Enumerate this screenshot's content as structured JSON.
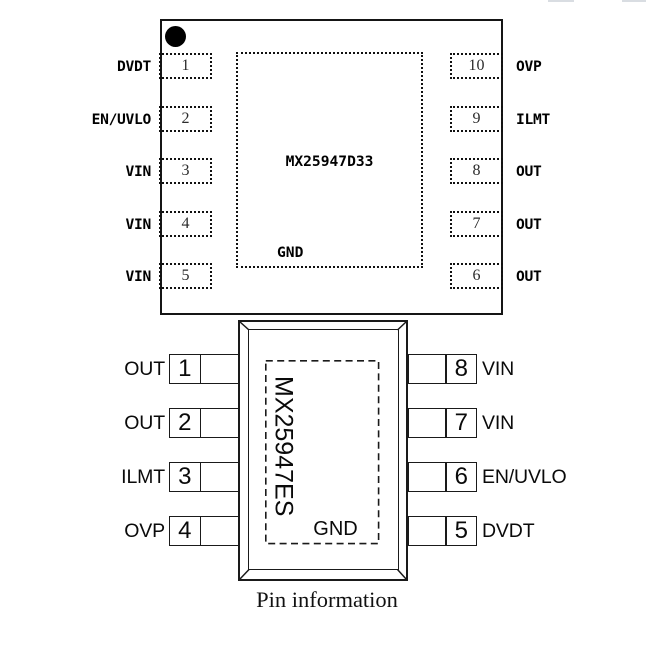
{
  "caption": "Pin information",
  "colors": {
    "ink": "#000000",
    "background": "#ffffff"
  },
  "top_package": {
    "part_number": "MX25947D33",
    "pad_label": "GND",
    "pin1_indicator": "filled-circle",
    "left_pins": [
      {
        "number": "1",
        "label": "DVDT"
      },
      {
        "number": "2",
        "label": "EN/UVLO"
      },
      {
        "number": "3",
        "label": "VIN"
      },
      {
        "number": "4",
        "label": "VIN"
      },
      {
        "number": "5",
        "label": "VIN"
      }
    ],
    "right_pins": [
      {
        "number": "10",
        "label": "OVP"
      },
      {
        "number": "9",
        "label": "ILMT"
      },
      {
        "number": "8",
        "label": "OUT"
      },
      {
        "number": "7",
        "label": "OUT"
      },
      {
        "number": "6",
        "label": "OUT"
      }
    ]
  },
  "bottom_package": {
    "part_number": "MX25947ES",
    "pad_label": "GND",
    "left_pins": [
      {
        "number": "1",
        "label": "OUT"
      },
      {
        "number": "2",
        "label": "OUT"
      },
      {
        "number": "3",
        "label": "ILMT"
      },
      {
        "number": "4",
        "label": "OVP"
      }
    ],
    "right_pins": [
      {
        "number": "8",
        "label": "VIN"
      },
      {
        "number": "7",
        "label": "VIN"
      },
      {
        "number": "6",
        "label": "EN/UVLO"
      },
      {
        "number": "5",
        "label": "DVDT"
      }
    ]
  }
}
